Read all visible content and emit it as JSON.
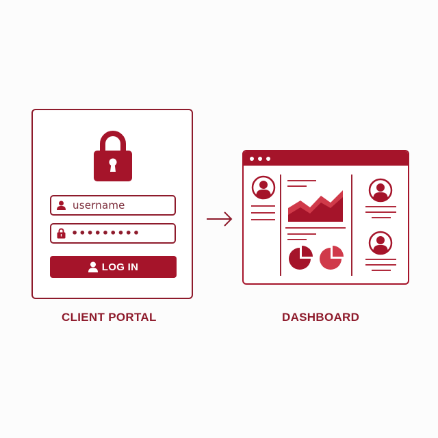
{
  "colors": {
    "primary": "#a5142a",
    "outline": "#8e1b2c",
    "accent_light": "#d03a4a",
    "background": "#fcfcfc"
  },
  "client_portal": {
    "caption": "CLIENT PORTAL",
    "lock_icon": "padlock-icon",
    "username_field": {
      "icon": "user-icon",
      "placeholder": "username"
    },
    "password_field": {
      "icon": "lock-icon",
      "value_masked": "•••••••••"
    },
    "login_button": {
      "icon": "user-icon",
      "label": "LOG IN"
    }
  },
  "flow_arrow": {
    "icon": "arrow-right-icon"
  },
  "dashboard": {
    "caption": "DASHBOARD",
    "titlebar_dots": 3,
    "left_panel": {
      "icon": "user-avatar-icon",
      "text_lines": 3
    },
    "center_panel": {
      "widgets": [
        "area-chart",
        "pie-chart",
        "pie-chart"
      ]
    },
    "right_panel": {
      "avatars": [
        {
          "icon": "user-avatar-icon",
          "text_lines": 3
        },
        {
          "icon": "user-avatar-icon",
          "text_lines": 3
        }
      ]
    }
  }
}
